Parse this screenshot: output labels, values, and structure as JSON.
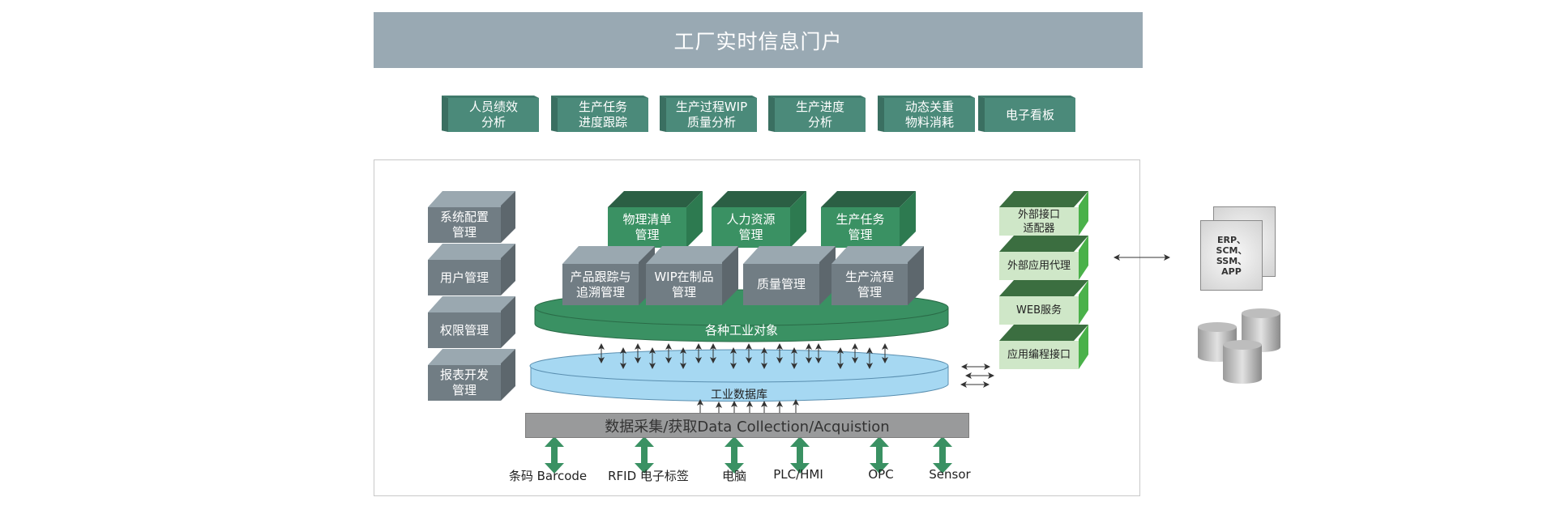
{
  "title": "工厂实时信息门户",
  "portal_cards": [
    {
      "label": "人员绩效\n分析"
    },
    {
      "label": "生产任务\n进度跟踪"
    },
    {
      "label": "生产过程WIP\n质量分析"
    },
    {
      "label": "生产进度\n分析"
    },
    {
      "label": "动态关重\n物料消耗"
    },
    {
      "label": "电子看板"
    }
  ],
  "admin_modules": [
    {
      "label": "系统配置\n管理"
    },
    {
      "label": "用户管理"
    },
    {
      "label": "权限管理"
    },
    {
      "label": "报表开发\n管理"
    }
  ],
  "core_modules_top": [
    {
      "label": "物理清单\n管理"
    },
    {
      "label": "人力资源\n管理"
    },
    {
      "label": "生产任务\n管理"
    }
  ],
  "core_modules_bottom": [
    {
      "label": "产品跟踪与\n追溯管理"
    },
    {
      "label": "WIP在制品\n管理"
    },
    {
      "label": "质量管理"
    },
    {
      "label": "生产流程\n管理"
    }
  ],
  "industrial_objects_label": "各种工业对象",
  "industrial_db_label": "工业数据库",
  "data_collection_label": "数据采集/获取Data Collection/Acquistion",
  "data_sources": [
    {
      "label": "条码 Barcode"
    },
    {
      "label": "RFID 电子标签"
    },
    {
      "label": "电脑"
    },
    {
      "label": "PLC/HMI"
    },
    {
      "label": "OPC"
    },
    {
      "label": "Sensor"
    }
  ],
  "interfaces": [
    {
      "label": "外部接口\n适配器"
    },
    {
      "label": "外部应用代理"
    },
    {
      "label": "WEB服务"
    },
    {
      "label": "应用编程接口"
    }
  ],
  "external_systems_label": "ERP、\nSCM、\nSSM、\nAPP",
  "colors": {
    "title_bg": "#99a9b3",
    "portal_green": "#4b8a7a",
    "module_gray": "#717d84",
    "module_green": "#3a9163",
    "interface_green": "#cfe7c8",
    "db_blue": "#a6d8f2",
    "objects_green": "#3a9163",
    "arrow_green": "#3a9163"
  }
}
